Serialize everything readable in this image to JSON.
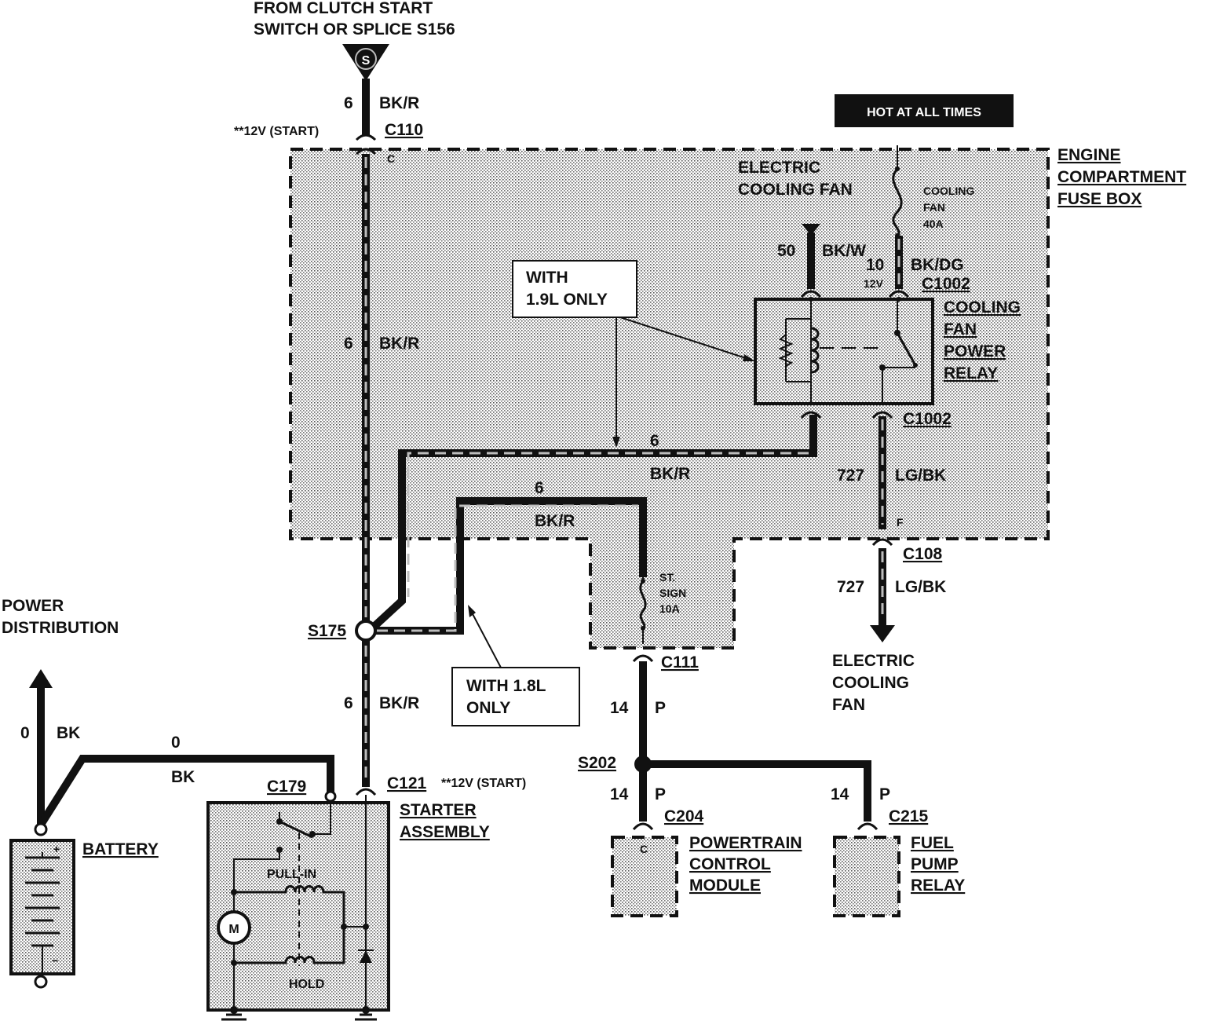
{
  "source": {
    "line1": "FROM CLUTCH START",
    "line2": "SWITCH OR SPLICE S156",
    "marker": "S"
  },
  "badge": {
    "hot": "HOT AT ALL TIMES"
  },
  "fusebox": {
    "line1": "ENGINE",
    "line2": "COMPARTMENT",
    "line3": "FUSE BOX"
  },
  "main_wire": {
    "gauge": "6",
    "color": "BK/R"
  },
  "connectors": {
    "c110": "C110",
    "c110_note": "**12V (START)",
    "c110_pin": "C",
    "c1002_top": "C1002",
    "c1002_bottom": "C1002",
    "c1002_pin_12v": "12V",
    "c108": "C108",
    "c108_pin": "F",
    "c111": "C111",
    "c121": "C121",
    "c121_note": "**12V (START)",
    "c179": "C179",
    "c204": "C204",
    "c204_pin": "C",
    "c215": "C215"
  },
  "splices": {
    "s175": "S175",
    "s202": "S202"
  },
  "cooling_fan_fuse": {
    "title1": "ELECTRIC",
    "title2": "COOLING FAN",
    "label1": "COOLING",
    "label2": "FAN",
    "label3": "40A"
  },
  "ground_wire": {
    "gauge": "50",
    "color": "BK/W"
  },
  "fuse_feed_wire": {
    "gauge": "10",
    "color": "BK/DG"
  },
  "relay": {
    "line1": "COOLING",
    "line2": "FAN",
    "line3": "POWER",
    "line4": "RELAY"
  },
  "notes": {
    "with19_line1": "WITH",
    "with19_line2": "1.9L ONLY",
    "with18_line1": "WITH 1.8L",
    "with18_line2": "ONLY"
  },
  "branch_19": {
    "gauge": "6",
    "color": "BK/R"
  },
  "branch_18": {
    "gauge": "6",
    "color": "BK/R"
  },
  "fan_wire": {
    "gauge": "727",
    "color": "LG/BK"
  },
  "fan_out": {
    "gauge": "727",
    "color": "LG/BK",
    "line1": "ELECTRIC",
    "line2": "COOLING",
    "line3": "FAN"
  },
  "st_fuse": {
    "label1": "ST.",
    "label2": "SIGN",
    "label3": "10A"
  },
  "pink_wire": {
    "gauge": "14",
    "color": "P"
  },
  "pcm_wire": {
    "gauge": "14",
    "color": "P"
  },
  "fuel_wire": {
    "gauge": "14",
    "color": "P"
  },
  "pcm": {
    "line1": "POWERTRAIN",
    "line2": "CONTROL",
    "line3": "MODULE"
  },
  "fuel_relay": {
    "line1": "FUEL",
    "line2": "PUMP",
    "line3": "RELAY"
  },
  "power": {
    "line1": "POWER",
    "line2": "DISTRIBUTION"
  },
  "battery_wire": {
    "gauge": "0",
    "color": "BK"
  },
  "battery_cable": {
    "gauge": "0",
    "color": "BK"
  },
  "battery": {
    "label": "BATTERY",
    "plus": "+",
    "minus": "−"
  },
  "starter": {
    "line1": "STARTER",
    "line2": "ASSEMBLY",
    "pullin": "PULL-IN",
    "hold": "HOLD",
    "motor": "M"
  },
  "lower_wire": {
    "gauge": "6",
    "color": "BK/R"
  }
}
